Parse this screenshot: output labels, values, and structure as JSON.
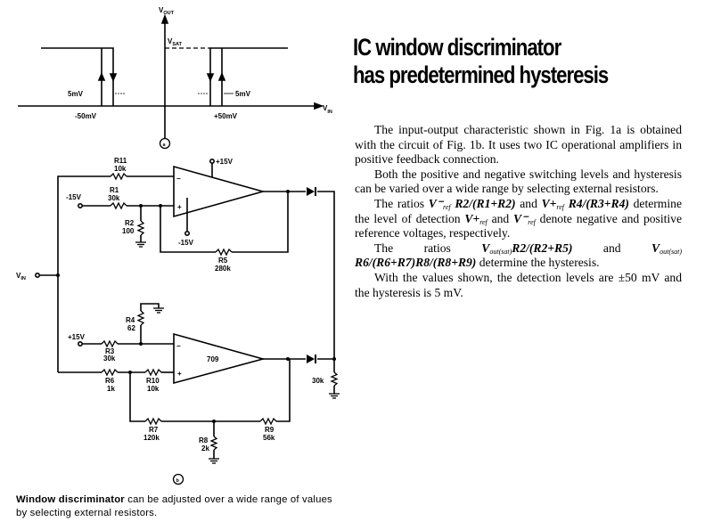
{
  "figure_a": {
    "y_axis_label": "V",
    "y_axis_sub": "OUT",
    "sat_label": "V",
    "sat_sub": "SAT",
    "x_axis_label": "V",
    "x_axis_sub": "IN",
    "neg_threshold": "-50mV",
    "pos_threshold": "+50mV",
    "hyst_left": "5mV",
    "hyst_right": "5mV",
    "marker": "a"
  },
  "figure_b": {
    "vin_label": "V",
    "vin_sub": "IN",
    "top_amp": {
      "supply_pos": "+15V",
      "supply_neg": "-15V",
      "ref_supply": "-15V",
      "r11": {
        "name": "R11",
        "value": "10k"
      },
      "r1": {
        "name": "R1",
        "value": "30k"
      },
      "r2": {
        "name": "R2",
        "value": "100"
      },
      "r5": {
        "name": "R5",
        "value": "280k"
      }
    },
    "bottom_amp": {
      "model": "709",
      "ref_supply": "+15V",
      "r4": {
        "name": "R4",
        "value": "62"
      },
      "r3": {
        "name": "R3",
        "value": "30k"
      },
      "r6": {
        "name": "R6",
        "value": "1k"
      },
      "r10": {
        "name": "R10",
        "value": "10k"
      },
      "r7": {
        "name": "R7",
        "value": "120k"
      },
      "r8": {
        "name": "R8",
        "value": "2k"
      },
      "r9": {
        "name": "R9",
        "value": "56k"
      }
    },
    "load_resistor": "30k",
    "marker": "b"
  },
  "caption": {
    "bold": "Window discriminator",
    "rest": " can be adjusted over a wide range of values by selecting external resistors."
  },
  "article": {
    "title_line1": "IC window discriminator",
    "title_line2": "has predetermined hysteresis",
    "p1": "The input-output characteristic shown in Fig. 1a is obtained with the circuit of Fig. 1b. It uses two IC operational amplifiers in positive feedback connection.",
    "p2": "Both the positive and negative switching levels and hysteresis can be varied over a wide range by selecting external resistors.",
    "p3": {
      "s1": "The ratios ",
      "f1": "V⁻",
      "f1sub": "ref",
      "f2": " R2/(R1+R2)",
      "s2": " and ",
      "f3": "V+",
      "f3sub": "ref",
      "f4": " R4/(R3+R4)",
      "s3": " determine the level of detection ",
      "f5": "V+",
      "f5sub": "ref",
      "s4": " and ",
      "f6": "V⁻",
      "f6sub": "ref",
      "s5": " denote negative and positive reference voltages, respectively."
    },
    "p4": {
      "s1": "The ratios ",
      "f1": "V",
      "f1sub": "out(sat)",
      "f2": "R2/(R2+R5)",
      "s2": " and ",
      "f3": "V",
      "f3sub": "out(sat)",
      "f4": " R6/(R6+R7)R8/(R8+R9)",
      "s3": " determine the hysteresis."
    },
    "p5": "With the values shown, the detection levels are ±50 mV and the hysteresis is 5 mV."
  }
}
